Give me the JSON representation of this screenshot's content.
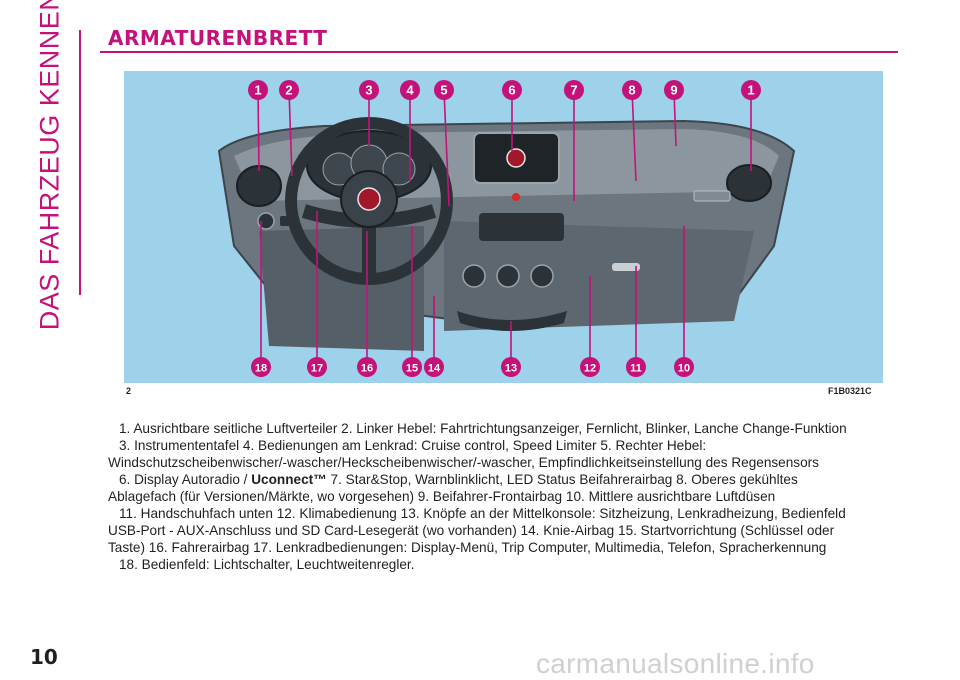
{
  "side_tab": {
    "label": "DAS FAHRZEUG KENNEN"
  },
  "section": {
    "title": "ARMATURENBRETT"
  },
  "figure": {
    "figure_number": "2",
    "figure_code": "F1B0321C",
    "callouts_top": [
      "1",
      "2",
      "3",
      "4",
      "5",
      "6",
      "7",
      "8",
      "9",
      "1"
    ],
    "callouts_bottom": [
      "18",
      "17",
      "16",
      "15",
      "14",
      "13",
      "12",
      "11",
      "10"
    ],
    "colors": {
      "background": "#9ed2ea",
      "callout": "#c4127a",
      "dashboard": "#5b6670",
      "dashboard_light": "#7f8a93"
    }
  },
  "caption": {
    "p1": "1. Ausrichtbare seitliche Luftverteiler    2. Linker Hebel: Fahrtrichtungsanzeiger, Fernlicht, Blinker, Lanche Change-Funktion",
    "p2a": "3. Instrumententafel    4. Bedienungen am Lenkrad: Cruise control, Speed Limiter    5. Rechter Hebel:",
    "p2b": "Windschutzscheibenwischer/-wascher/Heckscheibenwischer/-wascher, Empfindlichkeitseinstellung des Regensensors",
    "p3a_pre": "6. Display Autoradio / ",
    "p3a_bold": "Uconnect™",
    "p3a_post": "    7. Star&Stop, Warnblinklicht, LED Status Beifahrerairbag    8. Oberes gekühltes",
    "p3b": "Ablagefach (für Versionen/Märkte, wo vorgesehen)    9. Beifahrer-Frontairbag    10. Mittlere ausrichtbare Luftdüsen",
    "p4a": "11. Handschuhfach unten    12. Klimabedienung    13. Knöpfe an der Mittelkonsole: Sitzheizung, Lenkradheizung, Bedienfeld",
    "p4b": "USB-Port - AUX-Anschluss und SD Card-Lesegerät (wo vorhanden)    14. Knie-Airbag    15. Startvorrichtung (Schlüssel oder",
    "p4c": "Taste)    16. Fahrerairbag    17. Lenkradbedienungen: Display-Menü, Trip Computer, Multimedia, Telefon, Spracherkennung",
    "p5": "18. Bedienfeld: Lichtschalter, Leuchtweitenregler."
  },
  "page_number": "10",
  "watermark": "carmanualsonline.info"
}
